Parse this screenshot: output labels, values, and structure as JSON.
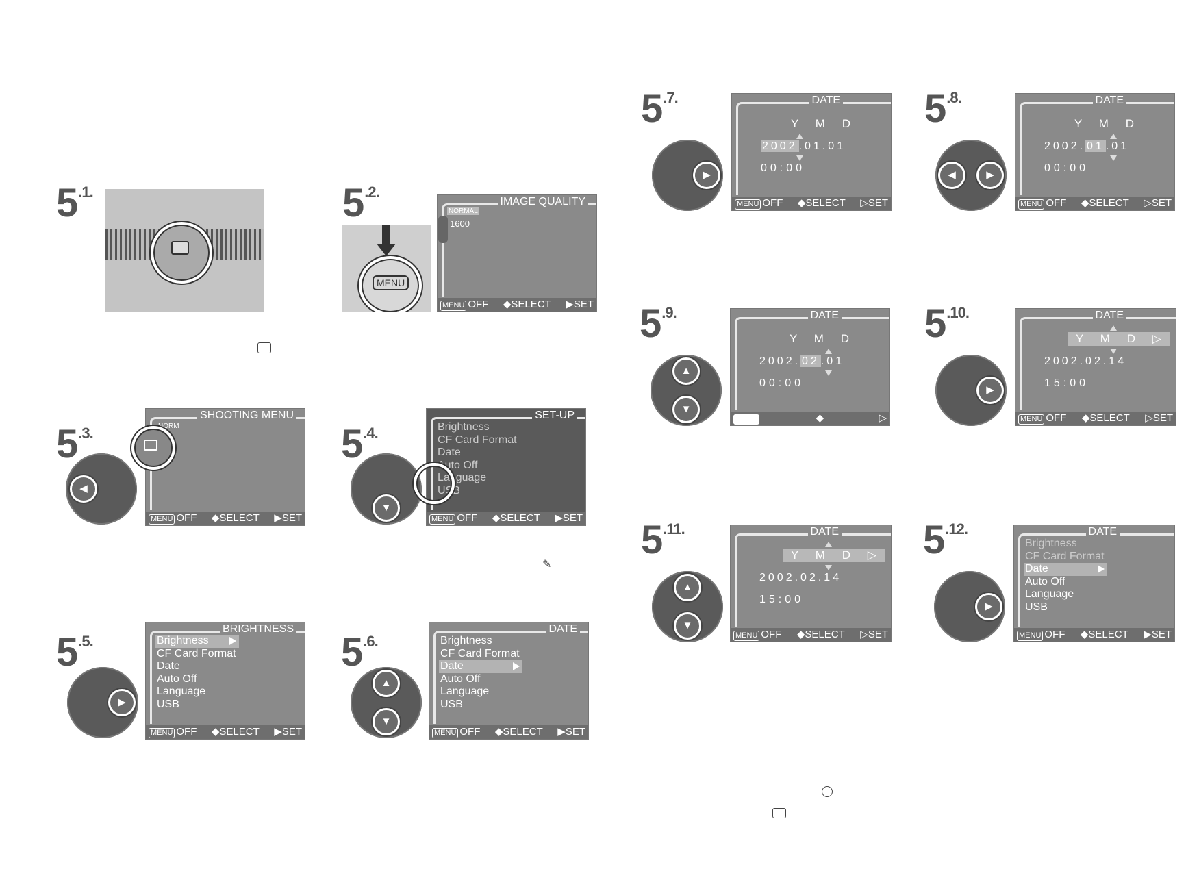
{
  "steps": [
    {
      "id": "5.1",
      "main": "5",
      "sub": ".1."
    },
    {
      "id": "5.2",
      "main": "5",
      "sub": ".2."
    },
    {
      "id": "5.3",
      "main": "5",
      "sub": ".3."
    },
    {
      "id": "5.4",
      "main": "5",
      "sub": ".4."
    },
    {
      "id": "5.5",
      "main": "5",
      "sub": ".5."
    },
    {
      "id": "5.6",
      "main": "5",
      "sub": ".6."
    },
    {
      "id": "5.7",
      "main": "5",
      "sub": ".7."
    },
    {
      "id": "5.8",
      "main": "5",
      "sub": ".8."
    },
    {
      "id": "5.9",
      "main": "5",
      "sub": ".9."
    },
    {
      "id": "5.10",
      "main": "5",
      "sub": ".10."
    },
    {
      "id": "5.11",
      "main": "5",
      "sub": ".11."
    },
    {
      "id": "5.12",
      "main": "5",
      "sub": ".12."
    }
  ],
  "footer": {
    "menu": "MENU",
    "off": "OFF",
    "select": "◆SELECT",
    "set": "▶SET",
    "set_outline": "▷SET"
  },
  "screens": {
    "image_quality": {
      "title": "IMAGE QUALITY",
      "tab_items": [
        "NORMAL",
        "1600"
      ]
    },
    "shooting_menu": {
      "title": "SHOOTING MENU",
      "tab_items": [
        "NORM"
      ]
    },
    "setup": {
      "title": "SET-UP"
    },
    "brightness": {
      "title": "BRIGHTNESS"
    },
    "date": {
      "title": "DATE"
    }
  },
  "setup_menu": [
    "Brightness",
    "CF Card Format",
    "Date",
    "Auto Off",
    "Language",
    "USB"
  ],
  "date_screen": {
    "y": "Y",
    "m": "M",
    "d": "D",
    "date_a": {
      "year": "2002",
      "month": "01",
      "day": "01",
      "time": "00:00"
    },
    "date_b": {
      "year": "2002",
      "month": "02",
      "day": "01",
      "time": "00:00"
    },
    "date_c": {
      "year": "2002",
      "month": "02",
      "day": "14",
      "time": "15:00"
    }
  },
  "dial": {
    "up": "▲",
    "down": "▼",
    "left": "◀",
    "right": "▶"
  },
  "icons": [
    "camera-icon",
    "menu-button-icon",
    "wrench-icon",
    "clock-icon"
  ],
  "button_label_menu": "MENU"
}
